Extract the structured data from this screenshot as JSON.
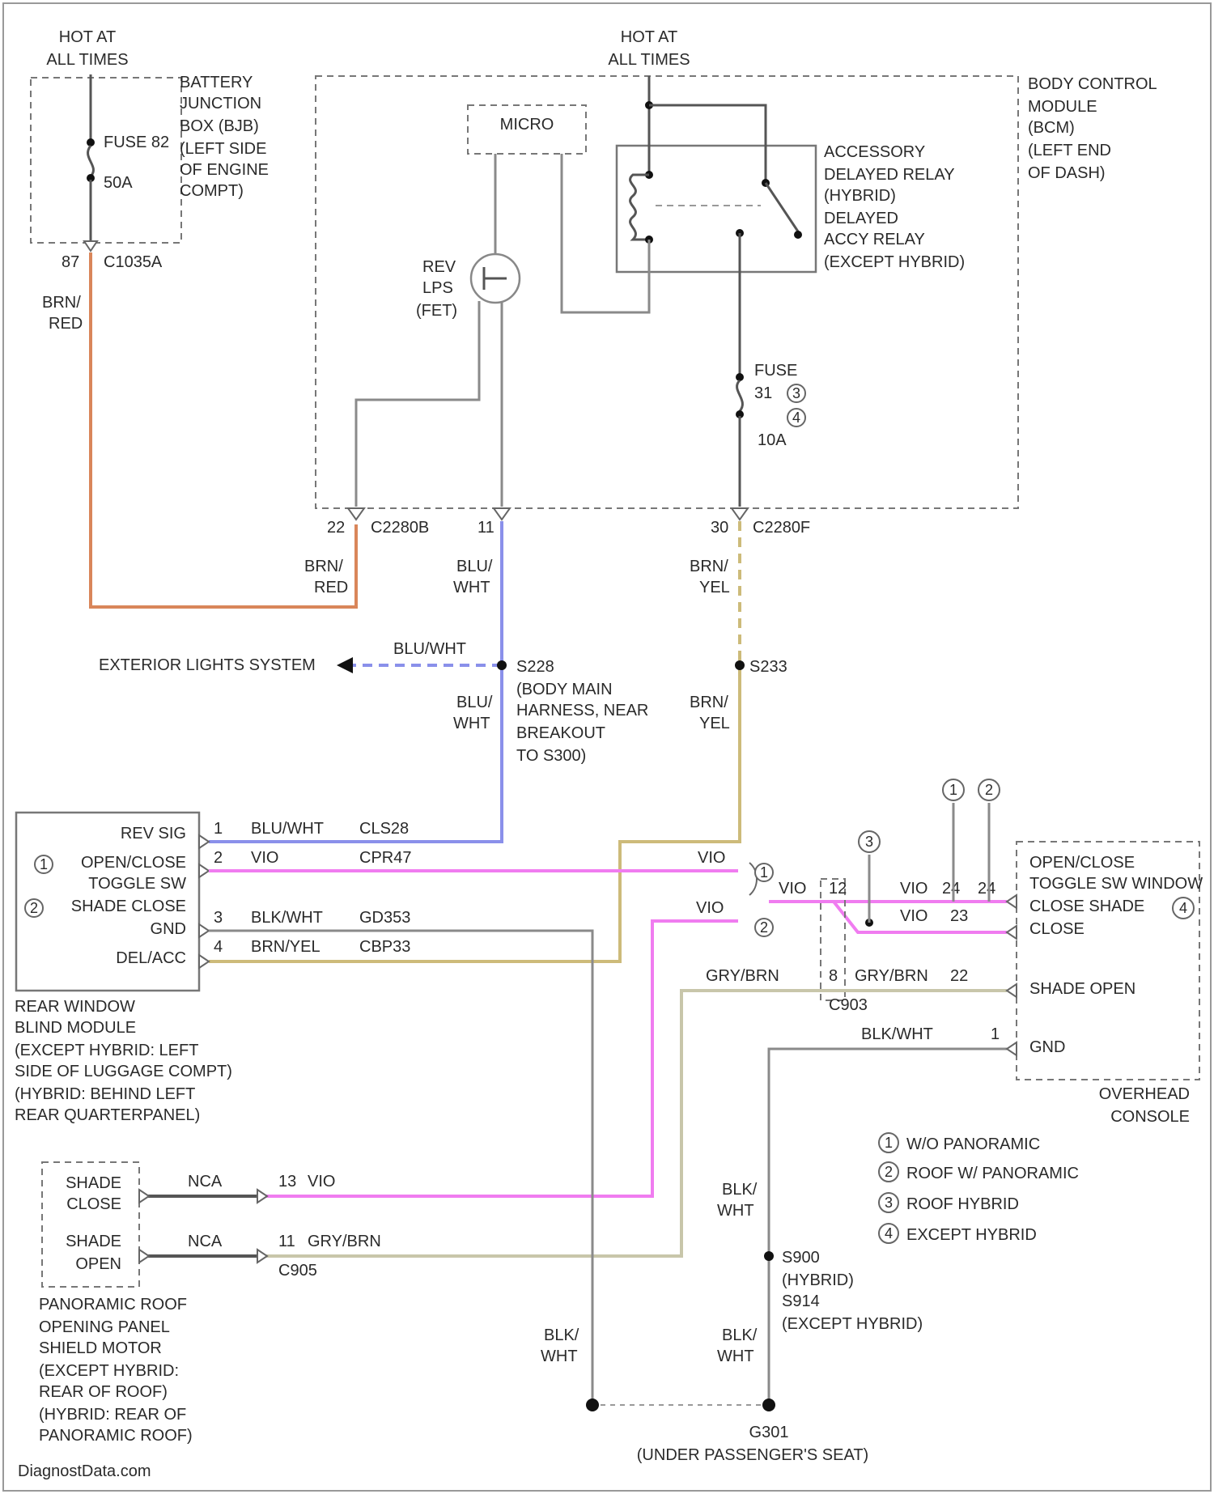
{
  "colors": {
    "brn_red": "#d9865a",
    "blu_wht": "#8a90ea",
    "brn_yel": "#cdbb7a",
    "vio": "#f07cf0",
    "gry_brn": "#c8c6aa",
    "blk_wht": "#8a8a8a",
    "wire_dark": "#555555"
  },
  "labels": {
    "hot_left": [
      "HOT AT",
      "ALL TIMES"
    ],
    "hot_center": [
      "HOT AT",
      "ALL TIMES"
    ],
    "battery_junction": [
      "BATTERY",
      "JUNCTION",
      "BOX (BJB)",
      "(LEFT SIDE",
      "OF ENGINE",
      "COMPT)"
    ],
    "fuse_82": "FUSE 82",
    "fuse_82_rating": "50A",
    "c1035a_pin": "87",
    "c1035a": "C1035A",
    "wire_brn_red_1": [
      "BRN/",
      "RED"
    ],
    "bcm": [
      "BODY CONTROL",
      "MODULE",
      "(BCM)",
      "(LEFT END",
      "OF DASH)"
    ],
    "micro": "MICRO",
    "rev_lps": [
      "REV",
      "LPS",
      "(FET)"
    ],
    "relay": [
      "ACCESSORY",
      "DELAYED RELAY",
      "(HYBRID)",
      "DELAYED",
      "ACCY RELAY",
      "(EXCEPT HYBRID)"
    ],
    "fuse_31": [
      "FUSE",
      "31"
    ],
    "fuse_31_rating": "10A",
    "fuse_31_notes": [
      "3",
      "4"
    ],
    "pin_22": "22",
    "c2280b": "C2280B",
    "pin_11": "11",
    "pin_30": "30",
    "c2280f": "C2280F",
    "wire_brn_red_2": [
      "BRN/",
      "RED"
    ],
    "wire_blu_wht_1": [
      "BLU/",
      "WHT"
    ],
    "wire_brn_yel_1": [
      "BRN/",
      "YEL"
    ],
    "ext_lights": "EXTERIOR LIGHTS SYSTEM",
    "wire_blu_wht_dash": "BLU/WHT",
    "s228": "S228",
    "s228_desc": [
      "(BODY MAIN",
      "HARNESS, NEAR",
      "BREAKOUT",
      "TO S300)"
    ],
    "s233": "S233",
    "wire_blu_wht_2": [
      "BLU/",
      "WHT"
    ],
    "wire_brn_yel_2": [
      "BRN/",
      "YEL"
    ],
    "rwb_pins": [
      "REV SIG",
      "OPEN/CLOSE",
      "TOGGLE SW",
      "SHADE CLOSE",
      "GND",
      "DEL/ACC"
    ],
    "rwb_notes": [
      "1",
      "2"
    ],
    "rwb_row1": [
      "1",
      "BLU/WHT",
      "CLS28"
    ],
    "rwb_row2": [
      "2",
      "VIO",
      "CPR47"
    ],
    "rwb_row3": [
      "3",
      "BLK/WHT",
      "GD353"
    ],
    "rwb_row4": [
      "4",
      "BRN/YEL",
      "CBP33"
    ],
    "rwb_module": [
      "REAR WINDOW",
      "BLIND MODULE",
      "(EXCEPT HYBRID: LEFT",
      "SIDE OF LUGGAGE COMPT)",
      "(HYBRID: BEHIND LEFT",
      "REAR QUARTERPANEL)"
    ],
    "vio_top": "VIO",
    "vio_mid": "VIO",
    "junction_notes": [
      "1",
      "2"
    ],
    "oc_vio_12": [
      "VIO",
      "12"
    ],
    "oc_vio_24": [
      "VIO",
      "24"
    ],
    "oc_vio_24b": "24",
    "oc_vio_23": [
      "VIO",
      "23"
    ],
    "oc_notes_top": [
      "3",
      "1",
      "2"
    ],
    "gry_brn_left": "GRY/BRN",
    "gry_brn_pin8": [
      "8",
      "GRY/BRN",
      "22"
    ],
    "c903": "C903",
    "blk_wht_pin1": [
      "BLK/WHT",
      "1"
    ],
    "overhead": [
      "OPEN/CLOSE",
      "TOGGLE SW WINDOW",
      "CLOSE SHADE",
      "CLOSE",
      "SHADE OPEN",
      "GND"
    ],
    "overhead_note": "4",
    "overhead_console": [
      "OVERHEAD",
      "CONSOLE"
    ],
    "legend": [
      {
        "num": "1",
        "text": "W/O PANORAMIC"
      },
      {
        "num": "2",
        "text": "ROOF W/ PANORAMIC"
      },
      {
        "num": "3",
        "text": "ROOF HYBRID"
      },
      {
        "num": "4",
        "text": "EXCEPT HYBRID"
      }
    ],
    "shade_close": [
      "SHADE",
      "CLOSE"
    ],
    "shade_open": [
      "SHADE",
      "OPEN"
    ],
    "nca1": "NCA",
    "nca2": "NCA",
    "vio_13": [
      "13",
      "VIO"
    ],
    "gry_brn_11": [
      "11",
      "GRY/BRN"
    ],
    "c905": "C905",
    "panoramic": [
      "PANORAMIC ROOF",
      "OPENING PANEL",
      "SHIELD MOTOR",
      "(EXCEPT HYBRID:",
      "REAR OF ROOF)",
      "(HYBRID: REAR OF",
      "PANORAMIC ROOF)"
    ],
    "blk_wht_right": [
      "BLK/",
      "WHT"
    ],
    "s900": [
      "S900",
      "(HYBRID)",
      "S914",
      "(EXCEPT HYBRID)"
    ],
    "blk_wht_left_low": [
      "BLK/",
      "WHT"
    ],
    "blk_wht_right_low": [
      "BLK/",
      "WHT"
    ],
    "g301": "G301",
    "g301_desc": "(UNDER PASSENGER'S SEAT)",
    "watermark": "DiagnostData.com"
  }
}
